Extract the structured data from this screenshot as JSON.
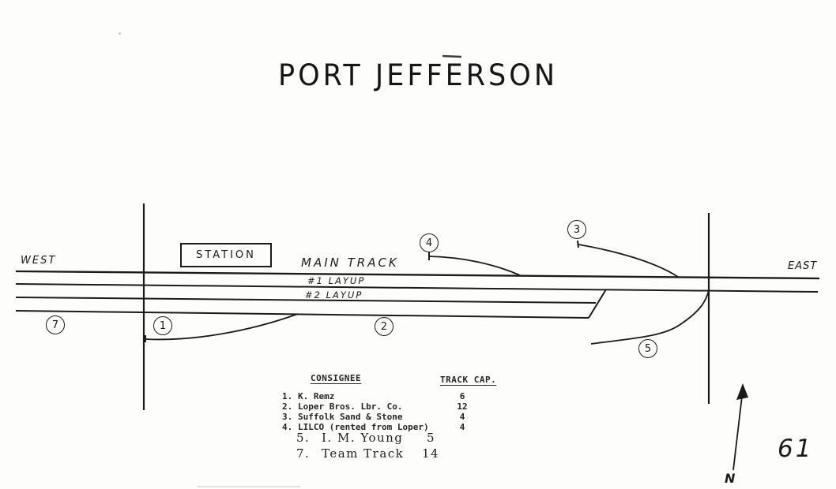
{
  "colors": {
    "ink": "#1b1b1b",
    "paper": "#fdfdfb"
  },
  "title": "PORT JEFFERSON",
  "page_number": "61",
  "compass": {
    "north_label": "N"
  },
  "labels": {
    "west": "WEST",
    "east": "EAST",
    "main_track": "MAIN TRACK",
    "layup1": "#1 LAYUP",
    "layup2": "#2 LAYUP",
    "station": "STATION"
  },
  "spur_numbers": {
    "s7": "7",
    "s1": "1",
    "s2": "2",
    "s4": "4",
    "s3": "3",
    "s5": "5"
  },
  "consignees": {
    "header_consignee": "CONSIGNEE",
    "header_track_cap": "TRACK CAP.",
    "rows": [
      {
        "num": "1.",
        "name": "K. Remz",
        "cap": "6"
      },
      {
        "num": "2.",
        "name": "Loper Bros. Lbr. Co.",
        "cap": "12"
      },
      {
        "num": "3.",
        "name": "Suffolk Sand & Stone",
        "cap": "4"
      },
      {
        "num": "4.",
        "name": "LILCO (rented from Loper)",
        "cap": "4"
      },
      {
        "num": "5.",
        "name": "I. M. Young",
        "cap": "5"
      },
      {
        "num": "7.",
        "name": "Team Track",
        "cap": "14"
      }
    ]
  }
}
